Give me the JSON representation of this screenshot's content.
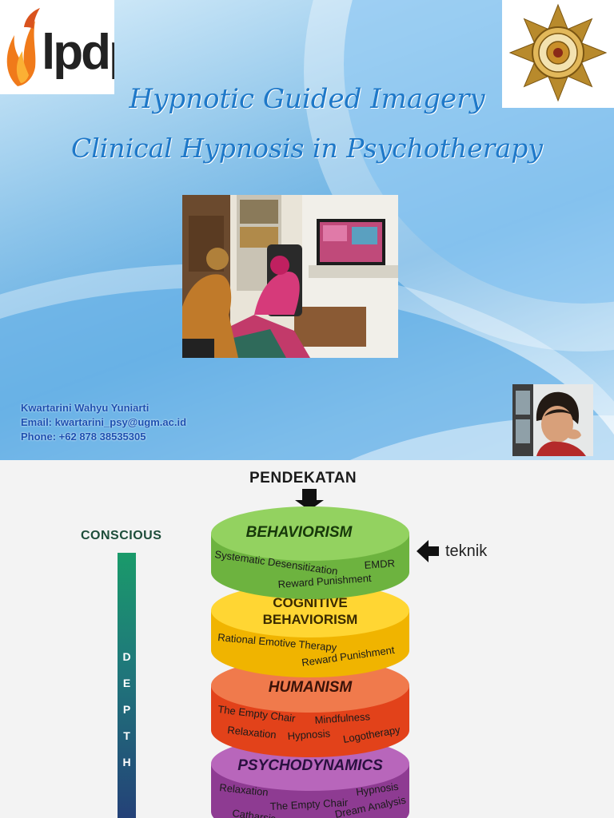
{
  "slide1": {
    "logo_left": "lpdp",
    "title_line1": "Hypnotic Guided Imagery",
    "title_line2": "Clinical Hypnosis in Psychotherapy",
    "author": {
      "name": "Kwartarini Wahyu Yuniarti",
      "email": "Email: kwartarini_psy@ugm.ac.id",
      "phone": "Phone: +62 878 38535305"
    }
  },
  "slide2": {
    "header": "PENDEKATAN",
    "conscious": "CONSCIOUS",
    "depth_letters": [
      "D",
      "E",
      "P",
      "T",
      "H"
    ],
    "teknik": "teknik",
    "layers": [
      {
        "title": "BEHAVIORISM",
        "color": "#7dc242",
        "techniques": [
          "Systematic Desensitization",
          "EMDR",
          "Reward Punishment"
        ]
      },
      {
        "title_line1": "COGNITIVE",
        "title_line2": "BEHAVIORISM",
        "color": "#f5c400",
        "techniques": [
          "Rational Emotive Therapy",
          "Reward Punishment"
        ]
      },
      {
        "title": "HUMANISM",
        "color": "#f05a28",
        "techniques": [
          "The Empty Chair",
          "Mindfulness",
          "Relaxation",
          "Hypnosis",
          "Logotherapy"
        ]
      },
      {
        "title": "PSYCHODYNAMICS",
        "color": "#a54fa8",
        "techniques": [
          "Relaxation",
          "Hypnosis",
          "The Empty Chair",
          "Catharsis",
          "Dream Analysis"
        ]
      }
    ]
  }
}
